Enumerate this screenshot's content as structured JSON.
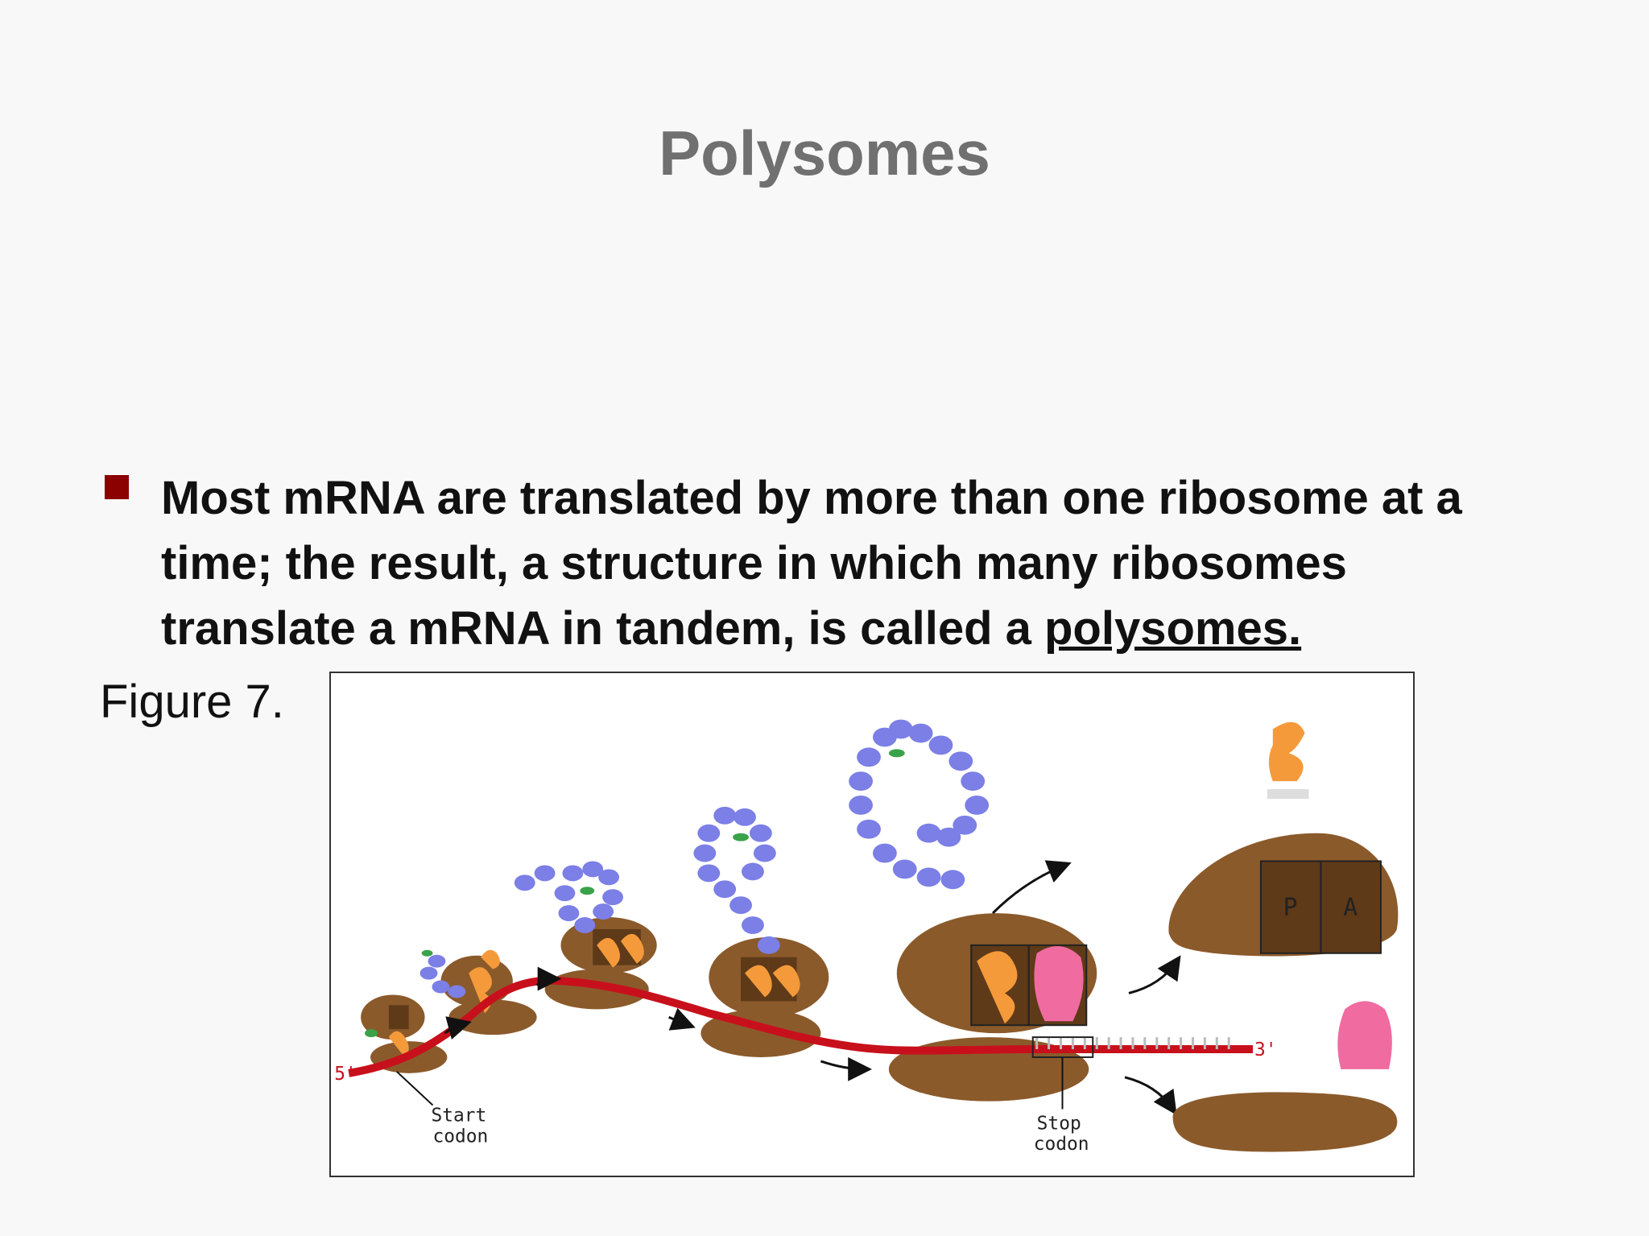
{
  "slide": {
    "title": "Polysomes",
    "bullet": {
      "text_before": "Most mRNA are translated by more than one ribosome at a time; the result, a structure in which many ribosomes translate a mRNA in tandem, is called a ",
      "underlined": "polysomes."
    },
    "figure_label": "Figure 7."
  },
  "figure": {
    "label_5prime": "5'",
    "label_3prime": "3'",
    "start_codon_line1": "Start",
    "start_codon_line2": "codon",
    "stop_codon_line1": "Stop",
    "stop_codon_line2": "codon",
    "site_p": "P",
    "site_a": "A",
    "colors": {
      "ribosome": "#8b5a2b",
      "ribosome_dark": "#5e3a19",
      "mrna": "#c8101c",
      "polypeptide": "#7b7fe6",
      "trna": "#f59a3a",
      "release_factor": "#f06ba0"
    }
  }
}
